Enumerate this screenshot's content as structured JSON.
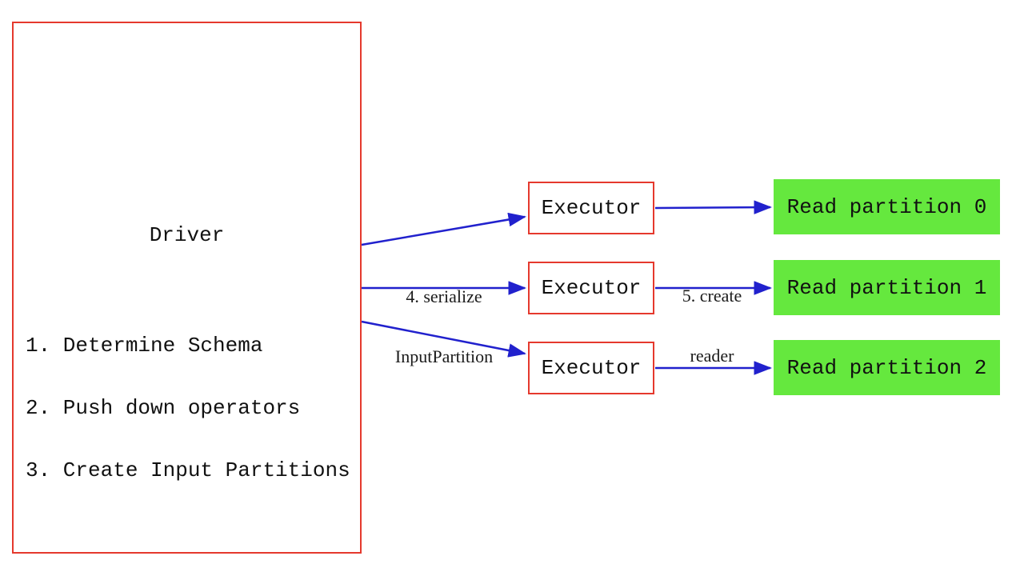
{
  "driver": {
    "title": "Driver",
    "steps": [
      "1. Determine Schema",
      "2. Push down operators",
      "3. Create Input Partitions"
    ]
  },
  "executors": [
    {
      "label": "Executor"
    },
    {
      "label": "Executor"
    },
    {
      "label": "Executor"
    }
  ],
  "read_partitions": [
    {
      "label": "Read partition 0"
    },
    {
      "label": "Read partition 1"
    },
    {
      "label": "Read partition 2"
    }
  ],
  "edge_labels": {
    "serialize": {
      "line1": "4. serialize",
      "line2": "InputPartition"
    },
    "create_reader": {
      "line1": "5. create",
      "line2": "reader"
    }
  },
  "colors": {
    "node_border_red": "#e5392d",
    "arrow_blue": "#2121cd",
    "partition_green": "#65e83e",
    "text_black": "#111111",
    "background": "#ffffff"
  }
}
